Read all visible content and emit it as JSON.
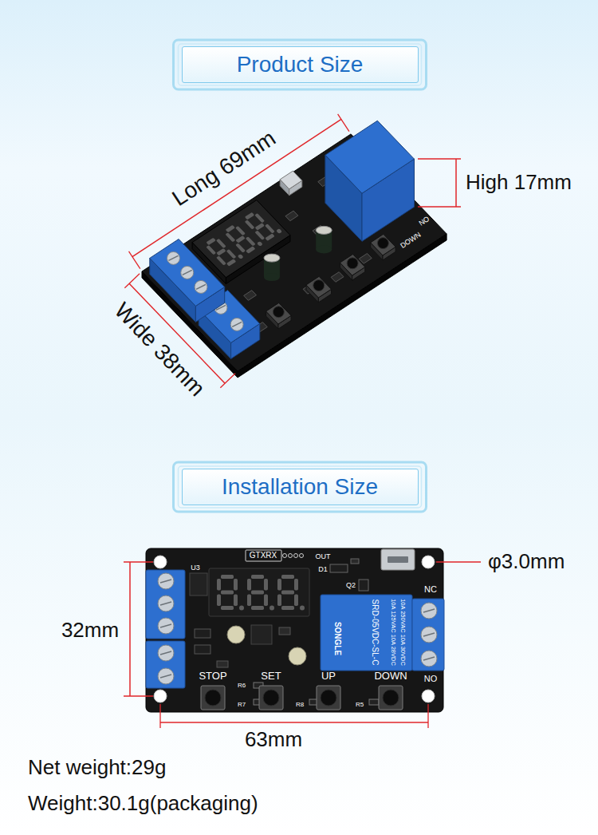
{
  "diagram": {
    "nodes": [
      {
        "text": [
          "Product Size"
        ]
      },
      {
        "text": [
          "Installation Size"
        ]
      }
    ],
    "labels": [
      "Long 69mm",
      "Wide 38mm",
      "High 17mm",
      "DOWN",
      "NO",
      "32mm",
      "63mm",
      "φ3.0mm",
      "GTXRX",
      "OUT",
      "U3",
      "D1",
      "Q2",
      "NC",
      "NO",
      "STOP",
      "SET",
      "UP",
      "DOWN",
      "SRD-05VDC-SL-C",
      "10A 250VAC 10A 30VDC",
      "10A 125VAC 10A 28VDC",
      "SONGLE",
      "R6",
      "R7",
      "R8",
      "R5",
      "Net weight:29g",
      "Weight:30.1g(packaging)"
    ]
  }
}
